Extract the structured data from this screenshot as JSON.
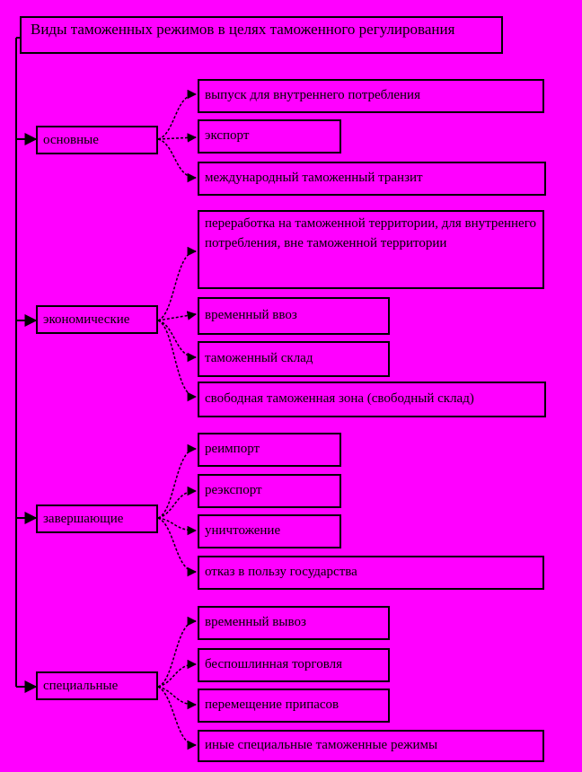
{
  "title": "Виды таможенных режимов в целях таможенного регулирования",
  "groups": [
    {
      "label": "основные",
      "items": [
        "выпуск для внутреннего потребления",
        "экспорт",
        "международный таможенный транзит"
      ]
    },
    {
      "label": "экономические",
      "items": [
        "переработка на таможенной территории, для внутреннего потребления, вне таможенной территории",
        "временный ввоз",
        "таможенный склад",
        "свободная таможенная зона (свободный склад)"
      ]
    },
    {
      "label": "завершающие",
      "items": [
        "реимпорт",
        "реэкспорт",
        "уничтожение",
        "отказ в пользу государства"
      ]
    },
    {
      "label": "специальные",
      "items": [
        "временный вывоз",
        "беспошлинная торговля",
        "перемещение припасов",
        "иные специальные таможенные режимы"
      ]
    }
  ],
  "colors": {
    "background": "#ff00ff",
    "line": "#000000"
  }
}
